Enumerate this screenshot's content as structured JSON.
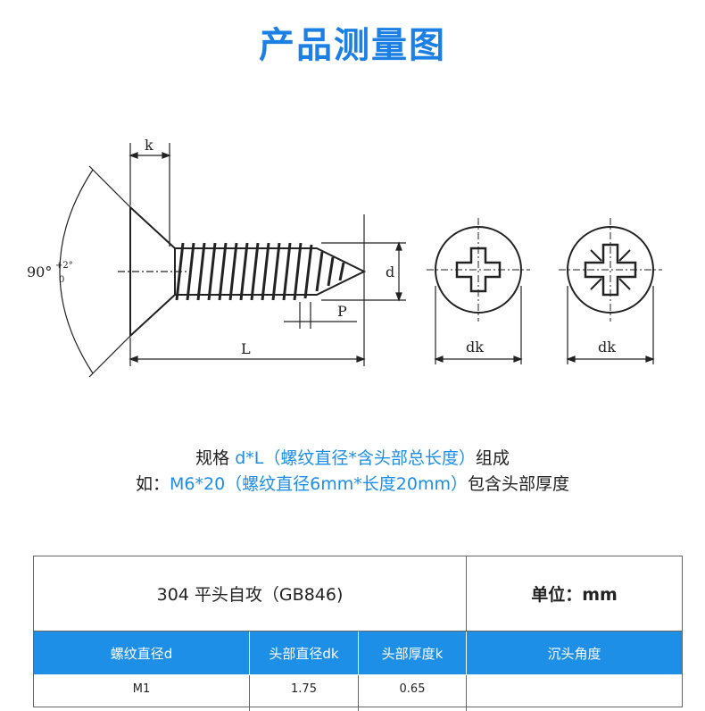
{
  "title": "产品测量图",
  "diagram": {
    "label_k": "k",
    "label_angle": "90°",
    "label_angle_tol_top": "+2°",
    "label_angle_tol_bottom": "0",
    "label_L": "L",
    "label_d": "d",
    "label_P": "P",
    "label_dk1": "dk",
    "label_dk2": "dk"
  },
  "spec": {
    "line1_prefix": "规格 ",
    "line1_highlight": "d*L（螺纹直径*含头部总长度）",
    "line1_suffix": "组成",
    "line2_prefix": "如：",
    "line2_highlight": "M6*20（螺纹直径6mm*长度20mm）",
    "line2_suffix": "包含头部厚度"
  },
  "table": {
    "product_name": "304 平头自攻（GB846)",
    "unit": "单位：mm",
    "headers": [
      "螺纹直径d",
      "头部直径dk",
      "头部厚度k",
      "沉头角度"
    ],
    "rows": [
      [
        "M1",
        "1.75",
        "0.65",
        ""
      ]
    ],
    "header_color": "#1e8fe6"
  }
}
